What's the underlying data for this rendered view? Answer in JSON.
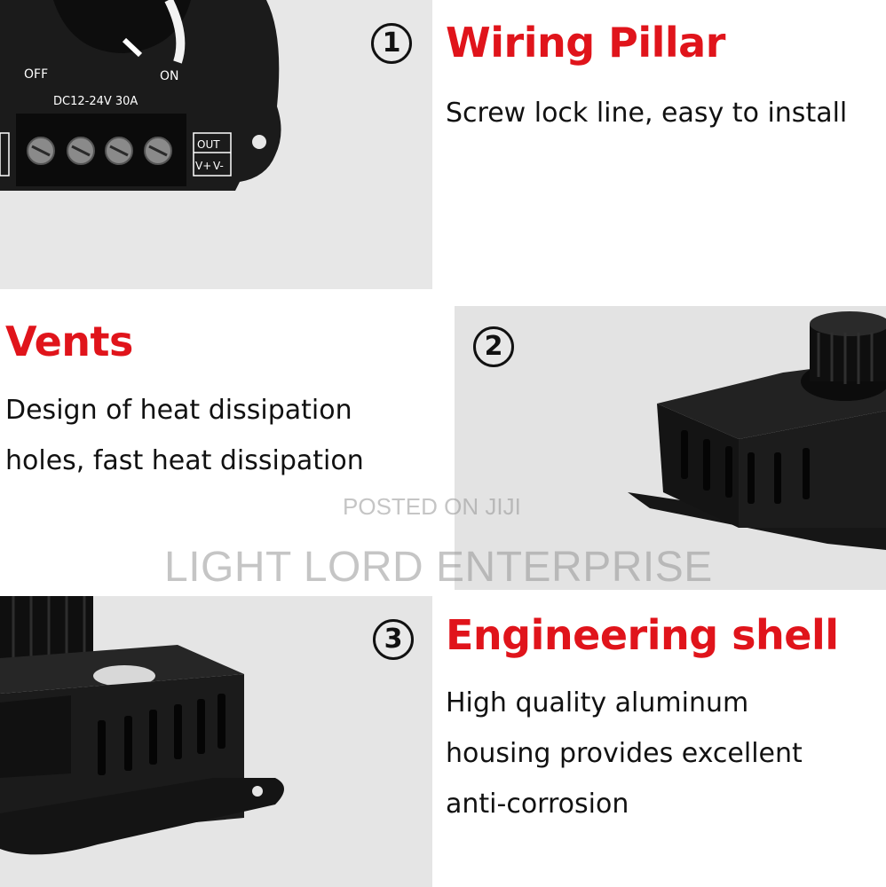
{
  "sections": [
    {
      "number": "1",
      "title": "Wiring Pillar",
      "lines": [
        "Screw lock line, easy to install"
      ],
      "photo_labels": {
        "off": "OFF",
        "on": "ON",
        "rating": "DC12-24V  30A",
        "out": "OUT",
        "vplus": "V+",
        "vminus": "V-"
      }
    },
    {
      "number": "2",
      "title": "Vents",
      "lines": [
        "Design of heat dissipation",
        "holes, fast heat dissipation"
      ]
    },
    {
      "number": "3",
      "title": "Engineering shell",
      "lines": [
        "High quality aluminum",
        "housing provides excellent",
        "anti-corrosion"
      ]
    }
  ],
  "watermark": {
    "small": "POSTED ON JIJI",
    "large": "LIGHT LORD ENTERPRISE"
  },
  "colors": {
    "title": "#e0141b",
    "text": "#111111",
    "photo_bg": "#e6e6e6",
    "device": "#1a1a1a"
  }
}
